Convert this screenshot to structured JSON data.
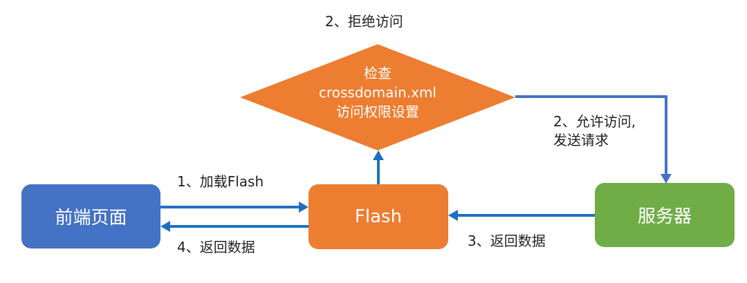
{
  "nodes": {
    "frontend": {
      "label": "前端页面",
      "color": "#4472c4"
    },
    "flash": {
      "label": "Flash",
      "color": "#ed7d31"
    },
    "server": {
      "label": "服务器",
      "color": "#70ad47"
    },
    "check": {
      "lines": [
        "检查",
        "crossdomain.xml",
        "访问权限设置"
      ],
      "color": "#ed7d31"
    }
  },
  "edges": {
    "load_flash": "1、加载Flash",
    "deny": "2、拒绝访问",
    "allow_line1": "2、允许访问,",
    "allow_line2": "发送请求",
    "return_to_flash": "3、返回数据",
    "return_to_frontend": "4、返回数据"
  },
  "colors": {
    "arrow": "#1f6fbf",
    "arrow_alt": "#4472c4",
    "text": "#222222"
  }
}
